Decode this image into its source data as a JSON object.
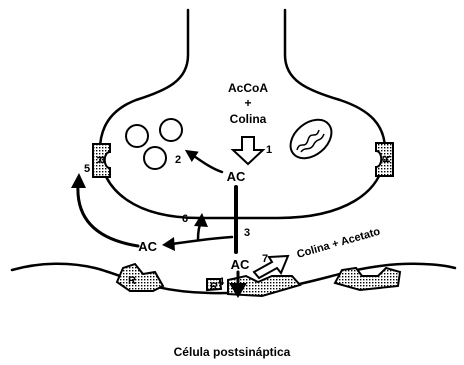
{
  "labels": {
    "precursor_line1": "AcCoA",
    "precursor_line2": "+",
    "precursor_line3": "Colina",
    "ac_inside": "AC",
    "ac_cleft": "AC",
    "ac_reuptake": "AC",
    "products": "Colina + Acetato",
    "receptor_marker": "R",
    "autoreceptor_marker": "R",
    "caption": "Célula postsináptica"
  },
  "steps": {
    "s1": "1",
    "s2": "2",
    "s3": "3",
    "s4": "4",
    "s5": "5",
    "s6": "6",
    "s7": "7"
  },
  "colors": {
    "ink": "#000000",
    "background": "#ffffff",
    "receptor_fill": "#c8c8c8"
  }
}
